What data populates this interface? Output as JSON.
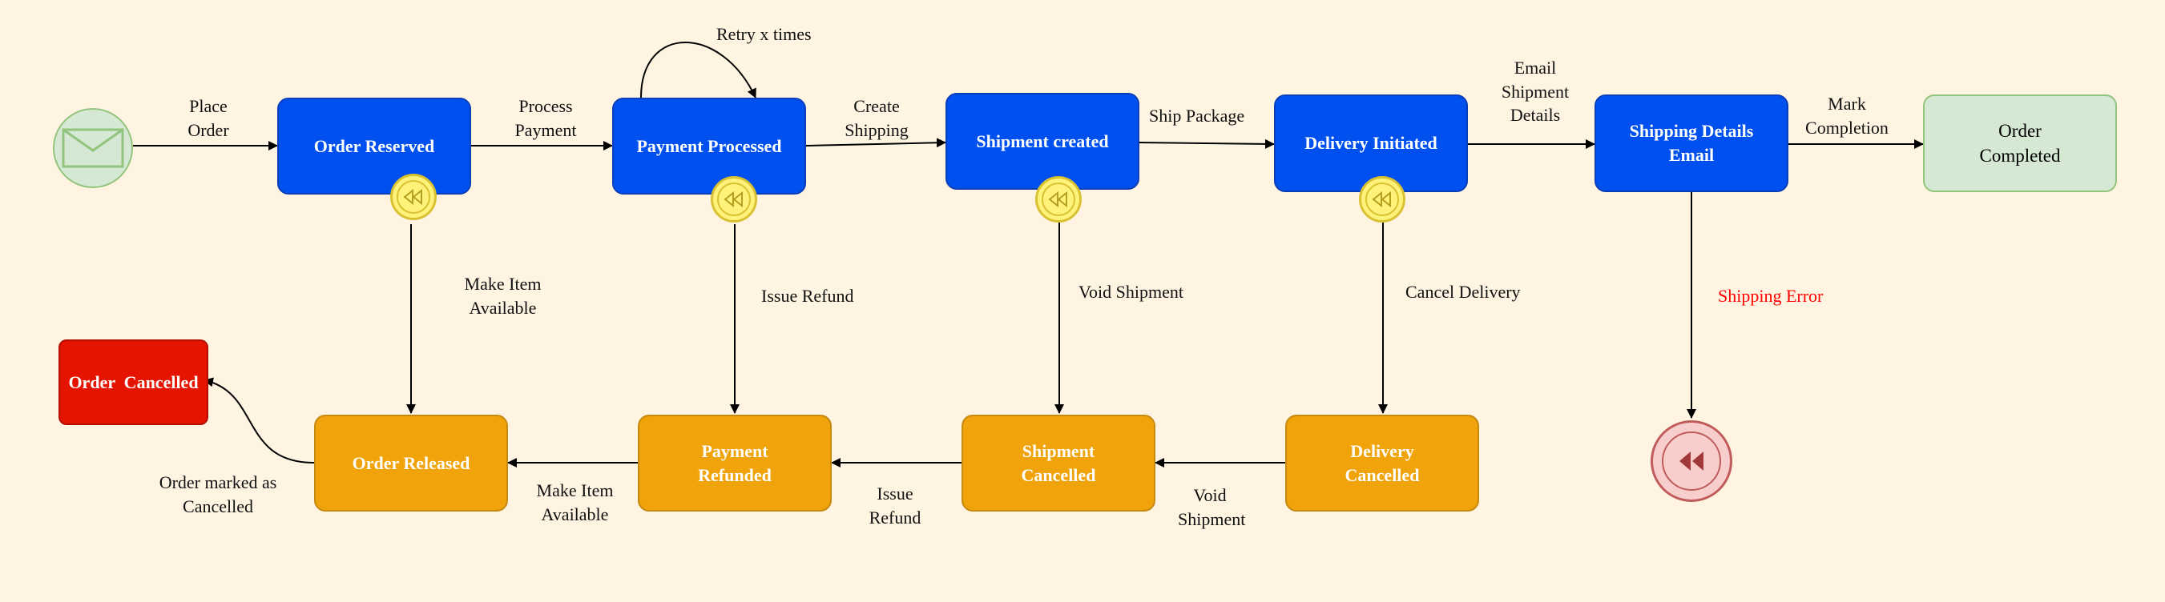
{
  "nodes": {
    "order_reserved": "Order Reserved",
    "payment_processed": "Payment Processed",
    "shipment_created": "Shipment created",
    "delivery_initiated": "Delivery Initiated",
    "shipping_details_email": "Shipping Details Email",
    "order_completed": "Order Completed",
    "order_cancelled": "Order  Cancelled",
    "order_released": "Order Released",
    "payment_refunded": "Payment Refunded",
    "shipment_cancelled": "Shipment Cancelled",
    "delivery_cancelled": "Delivery Cancelled"
  },
  "edge_labels": {
    "place_order": "Place Order",
    "process_payment": "Process Payment",
    "retry": "Retry x times",
    "create_shipping": "Create Shipping",
    "ship_package": "Ship Package",
    "email_details": "Email Shipment Details",
    "mark_completion": "Mark Completion",
    "make_item_available_up": "Make Item Available",
    "issue_refund_up": "Issue Refund",
    "void_shipment_up": "Void Shipment",
    "cancel_delivery": "Cancel Delivery",
    "shipping_error": "Shipping Error",
    "order_marked_cancelled": "Order marked as Cancelled",
    "make_item_available_low": "Make Item Available",
    "issue_refund_low": "Issue Refund",
    "void_shipment_low": "Void Shipment"
  },
  "icons": {
    "start": "envelope-icon",
    "compensation": "rewind-icon",
    "error_end": "rewind-icon"
  },
  "colors": {
    "background": "#fff4e2",
    "primary": "#0050ef",
    "compensation": "#f0a30a",
    "success": "#d5e8d4",
    "error": "#e51400",
    "error_text": "#ff0000"
  }
}
